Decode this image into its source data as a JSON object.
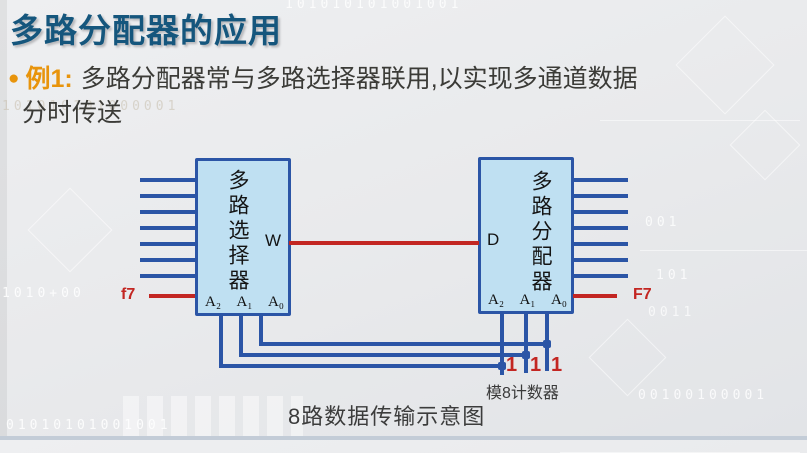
{
  "page": {
    "title": "多路分配器的应用",
    "bullet": {
      "marker": "●",
      "label": "例1:",
      "text_line1": "多路分配器常与多路选择器联用,以实现多通道数据",
      "text_line2": "分时传送"
    }
  },
  "diagram": {
    "mux": {
      "label": "多路选择器",
      "output_label": "W",
      "select_labels": [
        "A₂",
        "A₁",
        "A₀"
      ],
      "input_signal_label": "f7",
      "input_count": 8
    },
    "demux": {
      "label": "多路分配器",
      "input_label": "D",
      "select_labels": [
        "A₂",
        "A₁",
        "A₀"
      ],
      "output_signal_label": "F7",
      "output_count": 8
    },
    "counter": {
      "label": "模8计数器",
      "values": [
        "1",
        "1",
        "1"
      ]
    },
    "caption": "8路数据传输示意图"
  },
  "colors": {
    "title": "#15567D",
    "accent_orange": "#E8940C",
    "wire_blue": "#2B55A6",
    "wire_red": "#C32622",
    "block_fill": "#BFE0F2"
  },
  "watermarks": [
    "101010101001001",
    "101010101000001",
    "1010+00",
    "001",
    "101",
    "0011",
    "00100100001",
    "01010101001001"
  ]
}
